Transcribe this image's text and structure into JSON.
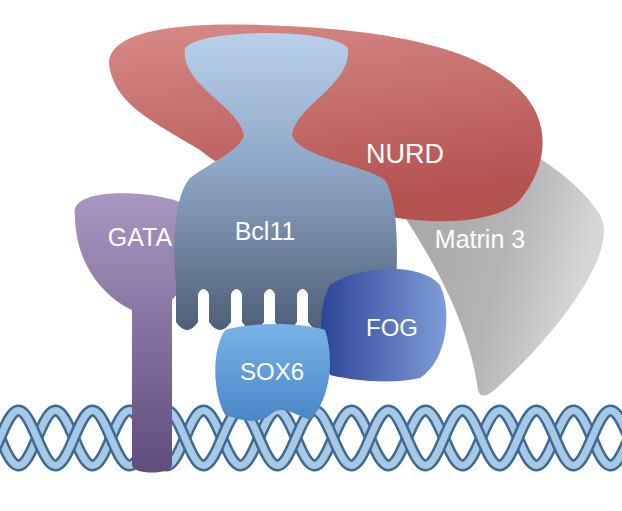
{
  "diagram": {
    "nodes": [
      {
        "text": [
          "NURD"
        ]
      },
      {
        "text": [
          "GATA"
        ]
      },
      {
        "text": [
          "Bcl11"
        ]
      },
      {
        "text": [
          "Matrin 3"
        ]
      },
      {
        "text": [
          "SOX6"
        ]
      },
      {
        "text": [
          "FOG"
        ]
      }
    ]
  }
}
